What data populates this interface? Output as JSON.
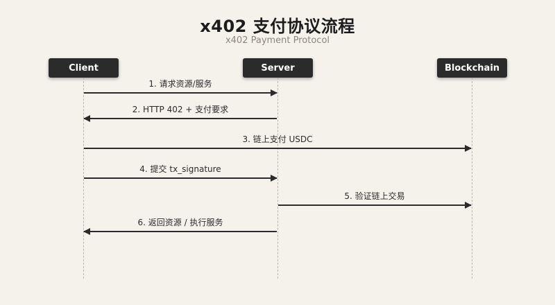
{
  "title": "x402 支付协议流程",
  "subtitle": "x402 Payment Protocol",
  "actors": [
    {
      "id": "client",
      "label": "Client"
    },
    {
      "id": "server",
      "label": "Server"
    },
    {
      "id": "blockchain",
      "label": "Blockchain"
    }
  ],
  "messages": [
    {
      "label": "1. 请求资源/服务",
      "from": "Client",
      "to": "Server",
      "direction": "right"
    },
    {
      "label": "2. HTTP 402 + 支付要求",
      "from": "Server",
      "to": "Client",
      "direction": "left"
    },
    {
      "label": "3. 链上支付 USDC",
      "from": "Client",
      "to": "Blockchain",
      "direction": "right"
    },
    {
      "label": "4. 提交 tx_signature",
      "from": "Client",
      "to": "Server",
      "direction": "right"
    },
    {
      "label": "5. 验证链上交易",
      "from": "Server",
      "to": "Blockchain",
      "direction": "right"
    },
    {
      "label": "6. 返回资源 / 执行服务",
      "from": "Server",
      "to": "Client",
      "direction": "left"
    }
  ],
  "colors": {
    "background": "#F5F2EC",
    "actor_bg": "#2B2B2B",
    "actor_text": "#FFFFFF",
    "line": "#2B2B2B",
    "lifeline": "#B9B4AA",
    "subtitle_text": "#8C877D"
  }
}
